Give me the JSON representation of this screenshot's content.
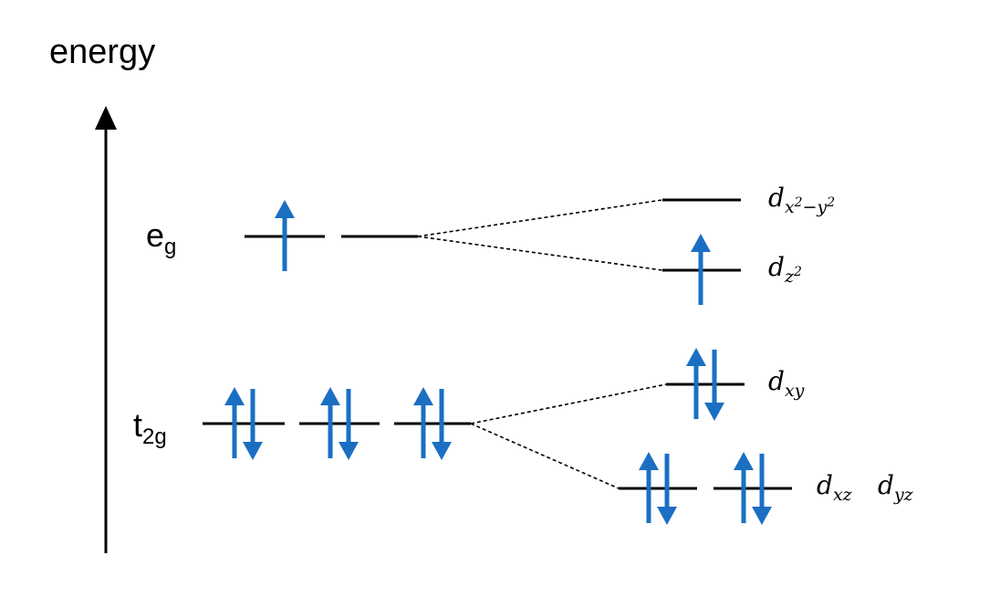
{
  "axis": {
    "label": "energy"
  },
  "groups": {
    "eg": {
      "main": "e",
      "sub": "g"
    },
    "t2g": {
      "main": "t",
      "sub": "2g"
    }
  },
  "orbitals": {
    "dx2y2": {
      "main": "d",
      "sub": "x",
      "sup1": "2",
      "mid": "−y",
      "sup2": "2"
    },
    "dz2": {
      "main": "d",
      "sub": "z",
      "sup": "2"
    },
    "dxy": {
      "main": "d",
      "sub": "xy"
    },
    "dxz": {
      "main": "d",
      "sub": "xz"
    },
    "dyz": {
      "main": "d",
      "sub": "yz"
    }
  },
  "colors": {
    "arrow": "#1b6fc2",
    "line": "#000000"
  },
  "occupancy": {
    "eg": [
      1,
      0
    ],
    "t2g": [
      2,
      2,
      2
    ],
    "dx2y2": 0,
    "dz2": 1,
    "dxy": 2,
    "dxz": 2,
    "dyz": 2
  }
}
